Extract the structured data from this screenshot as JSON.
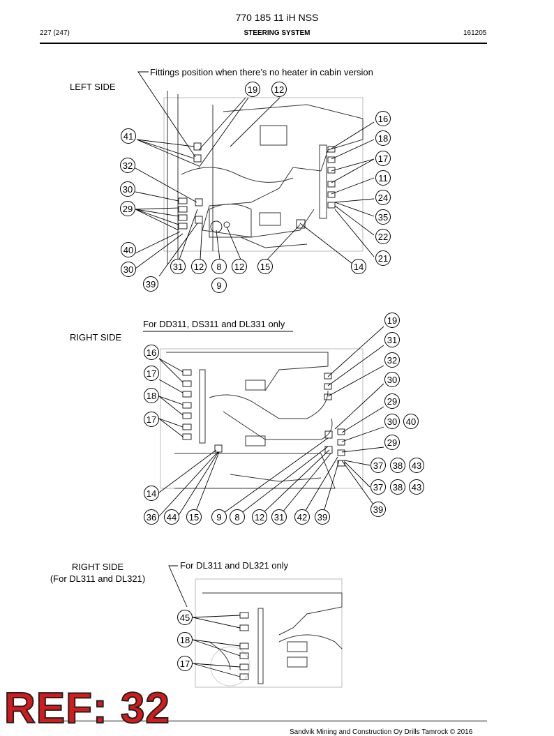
{
  "header": {
    "title": "770 185 11 iH NSS",
    "page": "227 (247)",
    "section": "STEERING SYSTEM",
    "date": "161205"
  },
  "figures": [
    {
      "side_label": "LEFT SIDE",
      "note": "Fittings position when there’s no heater in cabin version",
      "callouts": [
        "19",
        "12",
        "16",
        "41",
        "18",
        "17",
        "32",
        "11",
        "30",
        "24",
        "29",
        "35",
        "22",
        "40",
        "21",
        "30",
        "31",
        "12",
        "8",
        "12",
        "15",
        "14",
        "39",
        "9"
      ]
    },
    {
      "side_label": "RIGHT SIDE",
      "note": "For DD311, DS311 and DL331 only",
      "callouts": [
        "19",
        "31",
        "16",
        "32",
        "17",
        "30",
        "18",
        "29",
        "17",
        "30",
        "40",
        "29",
        "37",
        "38",
        "43",
        "37",
        "38",
        "43",
        "14",
        "39",
        "36",
        "44",
        "15",
        "9",
        "8",
        "12",
        "31",
        "42",
        "39"
      ]
    },
    {
      "side_label": "RIGHT SIDE",
      "side_label_2": "(For DL311 and DL321)",
      "note": "For DL311 and DL321 only",
      "callouts": [
        "45",
        "18",
        "17"
      ]
    }
  ],
  "footer": {
    "ref_stamp": "REF: 32",
    "copyright": "Sandvik Mining and Construction Oy Drills Tamrock © 2016"
  }
}
